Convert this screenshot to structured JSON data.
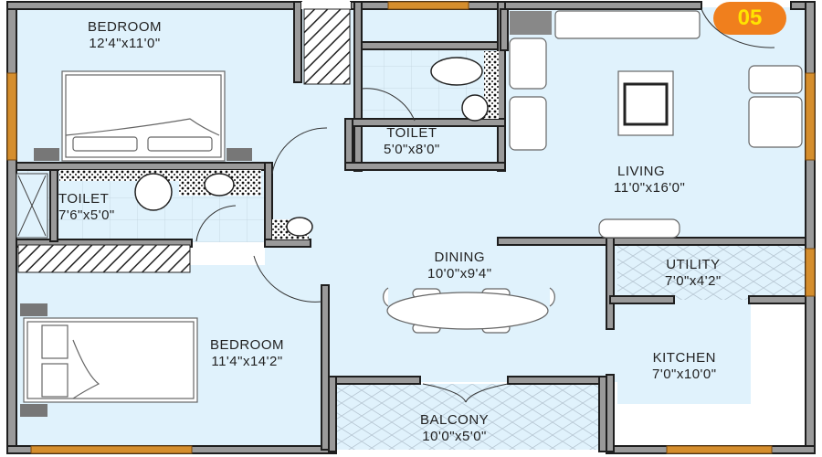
{
  "plan": {
    "unit_number": "05",
    "colors": {
      "floor": "#e0f2fc",
      "wall": "#9a9a9a",
      "wall_edge": "#1e1e1e",
      "window": "#d58e2d",
      "badge_bg": "#f07f1d",
      "badge_text": "#ffe400"
    },
    "rooms": [
      {
        "id": "bedroom1",
        "name": "BEDROOM",
        "size": "12'4\"x11'0\""
      },
      {
        "id": "toilet1",
        "name": "TOILET",
        "size": "5'0\"x8'0\""
      },
      {
        "id": "living",
        "name": "LIVING",
        "size": "11'0\"x16'0\""
      },
      {
        "id": "toilet2",
        "name": "TOILET",
        "size": "7'6\"x5'0\""
      },
      {
        "id": "dining",
        "name": "DINING",
        "size": "10'0\"x9'4\""
      },
      {
        "id": "utility",
        "name": "UTILITY",
        "size": "7'0\"x4'2\""
      },
      {
        "id": "bedroom2",
        "name": "BEDROOM",
        "size": "11'4\"x14'2\""
      },
      {
        "id": "kitchen",
        "name": "KITCHEN",
        "size": "7'0\"x10'0\""
      },
      {
        "id": "balcony",
        "name": "BALCONY",
        "size": "10'0\"x5'0\""
      }
    ]
  }
}
